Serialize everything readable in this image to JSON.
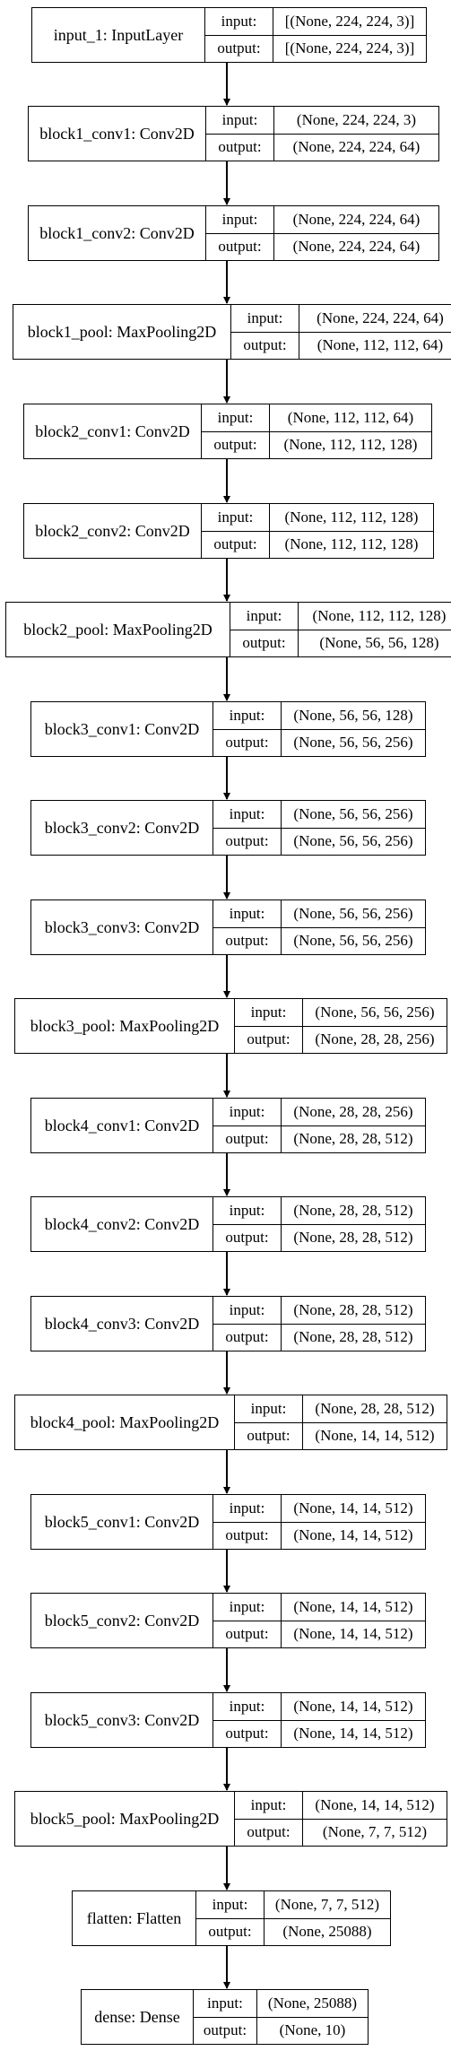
{
  "layers": [
    {
      "name": "input_1: InputLayer",
      "input_label": "input:",
      "output_label": "output:",
      "input": "[(None, 224, 224, 3)]",
      "output": "[(None, 224, 224, 3)]"
    },
    {
      "name": "block1_conv1: Conv2D",
      "input_label": "input:",
      "output_label": "output:",
      "input": "(None, 224, 224, 3)",
      "output": "(None, 224, 224, 64)"
    },
    {
      "name": "block1_conv2: Conv2D",
      "input_label": "input:",
      "output_label": "output:",
      "input": "(None, 224, 224, 64)",
      "output": "(None, 224, 224, 64)"
    },
    {
      "name": "block1_pool: MaxPooling2D",
      "input_label": "input:",
      "output_label": "output:",
      "input": "(None, 224, 224, 64)",
      "output": "(None, 112, 112, 64)"
    },
    {
      "name": "block2_conv1: Conv2D",
      "input_label": "input:",
      "output_label": "output:",
      "input": "(None, 112, 112, 64)",
      "output": "(None, 112, 112, 128)"
    },
    {
      "name": "block2_conv2: Conv2D",
      "input_label": "input:",
      "output_label": "output:",
      "input": "(None, 112, 112, 128)",
      "output": "(None, 112, 112, 128)"
    },
    {
      "name": "block2_pool: MaxPooling2D",
      "input_label": "input:",
      "output_label": "output:",
      "input": "(None, 112, 112, 128)",
      "output": "(None, 56, 56, 128)"
    },
    {
      "name": "block3_conv1: Conv2D",
      "input_label": "input:",
      "output_label": "output:",
      "input": "(None, 56, 56, 128)",
      "output": "(None, 56, 56, 256)"
    },
    {
      "name": "block3_conv2: Conv2D",
      "input_label": "input:",
      "output_label": "output:",
      "input": "(None, 56, 56, 256)",
      "output": "(None, 56, 56, 256)"
    },
    {
      "name": "block3_conv3: Conv2D",
      "input_label": "input:",
      "output_label": "output:",
      "input": "(None, 56, 56, 256)",
      "output": "(None, 56, 56, 256)"
    },
    {
      "name": "block3_pool: MaxPooling2D",
      "input_label": "input:",
      "output_label": "output:",
      "input": "(None, 56, 56, 256)",
      "output": "(None, 28, 28, 256)"
    },
    {
      "name": "block4_conv1: Conv2D",
      "input_label": "input:",
      "output_label": "output:",
      "input": "(None, 28, 28, 256)",
      "output": "(None, 28, 28, 512)"
    },
    {
      "name": "block4_conv2: Conv2D",
      "input_label": "input:",
      "output_label": "output:",
      "input": "(None, 28, 28, 512)",
      "output": "(None, 28, 28, 512)"
    },
    {
      "name": "block4_conv3: Conv2D",
      "input_label": "input:",
      "output_label": "output:",
      "input": "(None, 28, 28, 512)",
      "output": "(None, 28, 28, 512)"
    },
    {
      "name": "block4_pool: MaxPooling2D",
      "input_label": "input:",
      "output_label": "output:",
      "input": "(None, 28, 28, 512)",
      "output": "(None, 14, 14, 512)"
    },
    {
      "name": "block5_conv1: Conv2D",
      "input_label": "input:",
      "output_label": "output:",
      "input": "(None, 14, 14, 512)",
      "output": "(None, 14, 14, 512)"
    },
    {
      "name": "block5_conv2: Conv2D",
      "input_label": "input:",
      "output_label": "output:",
      "input": "(None, 14, 14, 512)",
      "output": "(None, 14, 14, 512)"
    },
    {
      "name": "block5_conv3: Conv2D",
      "input_label": "input:",
      "output_label": "output:",
      "input": "(None, 14, 14, 512)",
      "output": "(None, 14, 14, 512)"
    },
    {
      "name": "block5_pool: MaxPooling2D",
      "input_label": "input:",
      "output_label": "output:",
      "input": "(None, 14, 14, 512)",
      "output": "(None, 7, 7, 512)"
    },
    {
      "name": "flatten: Flatten",
      "input_label": "input:",
      "output_label": "output:",
      "input": "(None, 7, 7, 512)",
      "output": "(None, 25088)"
    },
    {
      "name": "dense: Dense",
      "input_label": "input:",
      "output_label": "output:",
      "input": "(None, 25088)",
      "output": "(None, 10)"
    }
  ]
}
